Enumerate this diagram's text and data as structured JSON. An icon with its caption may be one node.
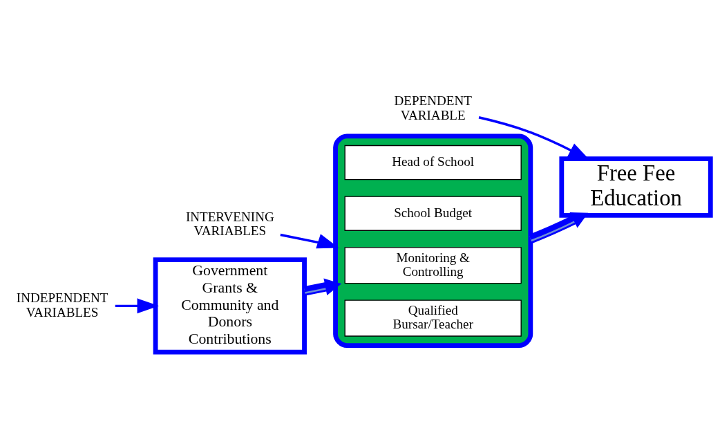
{
  "diagram": {
    "nodes": [
      {
        "text": [
          "Government Grants & Community and Donors Contributions"
        ]
      },
      {
        "text": [],
        "shape": "box"
      },
      {
        "text": [
          "Head of School"
        ],
        "in": 1
      },
      {
        "text": [
          "School Budget"
        ],
        "in": 1
      },
      {
        "text": [
          "Monitoring & Controlling"
        ],
        "in": 1
      },
      {
        "text": [
          "Qualified Bursar/Teacher"
        ],
        "in": 1
      },
      {
        "text": [
          "Free Fee Education"
        ]
      },
      {
        "text": [
          "INDEPENDENT VARIABLES"
        ]
      },
      {
        "text": [
          "INTERVENING VARIABLES"
        ]
      },
      {
        "text": [
          "DEPENDENT VARIABLE"
        ]
      }
    ],
    "edges": [
      {
        "from": 0,
        "to": 1,
        "arrow": "to",
        "style": "thick"
      },
      {
        "from": 1,
        "to": 6,
        "arrow": "to",
        "style": "thick"
      },
      {
        "from": 7,
        "to": 0,
        "arrow": "to"
      },
      {
        "from": 8,
        "to": 1,
        "arrow": "to"
      },
      {
        "from": 9,
        "to": 6,
        "arrow": "to"
      }
    ]
  }
}
